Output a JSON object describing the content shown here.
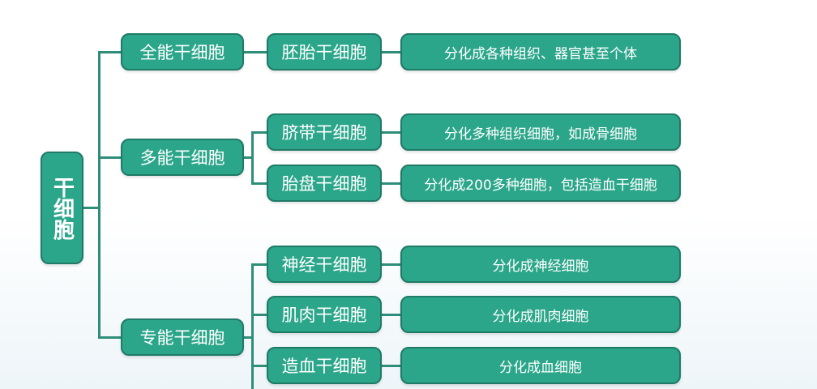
{
  "root": "干细胞",
  "branches": [
    {
      "name": "全能干细胞",
      "children": [
        {
          "name": "胚胎干细胞",
          "desc": "分化成各种组织、器官甚至个体"
        }
      ]
    },
    {
      "name": "多能干细胞",
      "children": [
        {
          "name": "脐带干细胞",
          "desc": "分化多种组织细胞，如成骨细胞"
        },
        {
          "name": "胎盘干细胞",
          "desc": "分化成200多种细胞，包括造血干细胞"
        }
      ]
    },
    {
      "name": "专能干细胞",
      "children": [
        {
          "name": "神经干细胞",
          "desc": "分化成神经细胞"
        },
        {
          "name": "肌肉干细胞",
          "desc": "分化成肌肉细胞"
        },
        {
          "name": "造血干细胞",
          "desc": "分化成血细胞"
        }
      ]
    }
  ],
  "colors": {
    "node_fill": "#2ba68a",
    "node_border": "#1f7a66",
    "connector": "#2f8e7a",
    "text": "#ffffff"
  }
}
